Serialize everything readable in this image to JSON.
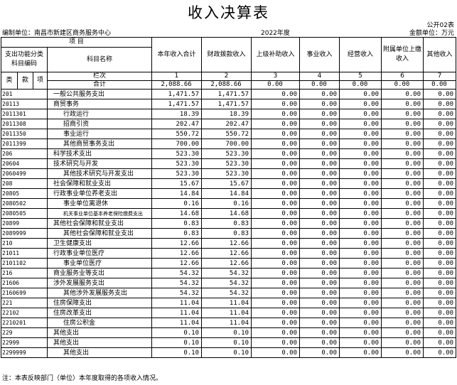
{
  "title": "收入决算表",
  "doc_code": "公开02表",
  "unit_label": "编制单位：南昌市新建区商务服务中心",
  "year": "2022年度",
  "currency": "金额单位：万元",
  "header": {
    "project": "项    目",
    "func_code": "支出功能分类科目编码",
    "subject_name": "科目名称",
    "lei": "类",
    "kuan": "款",
    "xiang": "项",
    "lanci": "栏次",
    "heji": "合计",
    "cols": [
      "本年收入合计",
      "财政拨款收入",
      "上级补助收入",
      "事业收入",
      "经营收入",
      "附属单位上缴收入",
      "其他收入"
    ],
    "col_nums": [
      "1",
      "2",
      "3",
      "4",
      "5",
      "6",
      "7"
    ]
  },
  "total_row": [
    "2,088.66",
    "2,088.66",
    "0.00",
    "0.00",
    "0.00",
    "0.00",
    "0.00"
  ],
  "rows": [
    {
      "code": "201",
      "name": "一般公共服务支出",
      "level": 0,
      "v": [
        "1,471.57",
        "1,471.57",
        "0.00",
        "0.00",
        "0.00",
        "0.00",
        "0.00"
      ]
    },
    {
      "code": "20113",
      "name": "商贸事务",
      "level": 0,
      "v": [
        "1,471.57",
        "1,471.57",
        "0.00",
        "0.00",
        "0.00",
        "0.00",
        "0.00"
      ]
    },
    {
      "code": "2011301",
      "name": "行政运行",
      "level": 1,
      "v": [
        "18.39",
        "18.39",
        "0.00",
        "0.00",
        "0.00",
        "0.00",
        "0.00"
      ]
    },
    {
      "code": "2011308",
      "name": "招商引资",
      "level": 1,
      "v": [
        "202.47",
        "202.47",
        "0.00",
        "0.00",
        "0.00",
        "0.00",
        "0.00"
      ]
    },
    {
      "code": "2011350",
      "name": "事业运行",
      "level": 1,
      "v": [
        "550.72",
        "550.72",
        "0.00",
        "0.00",
        "0.00",
        "0.00",
        "0.00"
      ]
    },
    {
      "code": "2011399",
      "name": "其他商贸事务支出",
      "level": 1,
      "v": [
        "700.00",
        "700.00",
        "0.00",
        "0.00",
        "0.00",
        "0.00",
        "0.00"
      ]
    },
    {
      "code": "206",
      "name": "科学技术支出",
      "level": 0,
      "v": [
        "523.30",
        "523.30",
        "0.00",
        "0.00",
        "0.00",
        "0.00",
        "0.00"
      ]
    },
    {
      "code": "20604",
      "name": "技术研究与开发",
      "level": 0,
      "v": [
        "523.30",
        "523.30",
        "0.00",
        "0.00",
        "0.00",
        "0.00",
        "0.00"
      ]
    },
    {
      "code": "2060499",
      "name": "其他技术研究与开发支出",
      "level": 1,
      "v": [
        "523.30",
        "523.30",
        "0.00",
        "0.00",
        "0.00",
        "0.00",
        "0.00"
      ]
    },
    {
      "code": "208",
      "name": "社会保障和就业支出",
      "level": 0,
      "v": [
        "15.67",
        "15.67",
        "0.00",
        "0.00",
        "0.00",
        "0.00",
        "0.00"
      ]
    },
    {
      "code": "20805",
      "name": "行政事业单位养老支出",
      "level": 0,
      "v": [
        "14.84",
        "14.84",
        "0.00",
        "0.00",
        "0.00",
        "0.00",
        "0.00"
      ]
    },
    {
      "code": "2080502",
      "name": "事业单位离退休",
      "level": 1,
      "v": [
        "0.16",
        "0.16",
        "0.00",
        "0.00",
        "0.00",
        "0.00",
        "0.00"
      ]
    },
    {
      "code": "2080505",
      "name": "机关事业单位基本养老保险缴费支出",
      "level": 1,
      "small": true,
      "v": [
        "14.68",
        "14.68",
        "0.00",
        "0.00",
        "0.00",
        "0.00",
        "0.00"
      ]
    },
    {
      "code": "20899",
      "name": "其他社会保障和就业支出",
      "level": 0,
      "v": [
        "0.83",
        "0.83",
        "0.00",
        "0.00",
        "0.00",
        "0.00",
        "0.00"
      ]
    },
    {
      "code": "2089999",
      "name": "其他社会保障和就业支出",
      "level": 1,
      "v": [
        "0.83",
        "0.83",
        "0.00",
        "0.00",
        "0.00",
        "0.00",
        "0.00"
      ]
    },
    {
      "code": "210",
      "name": "卫生健康支出",
      "level": 0,
      "v": [
        "12.66",
        "12.66",
        "0.00",
        "0.00",
        "0.00",
        "0.00",
        "0.00"
      ]
    },
    {
      "code": "21011",
      "name": "行政事业单位医疗",
      "level": 0,
      "v": [
        "12.66",
        "12.66",
        "0.00",
        "0.00",
        "0.00",
        "0.00",
        "0.00"
      ]
    },
    {
      "code": "2101102",
      "name": "事业单位医疗",
      "level": 1,
      "v": [
        "12.66",
        "12.66",
        "0.00",
        "0.00",
        "0.00",
        "0.00",
        "0.00"
      ]
    },
    {
      "code": "216",
      "name": "商业服务业等支出",
      "level": 0,
      "v": [
        "54.32",
        "54.32",
        "0.00",
        "0.00",
        "0.00",
        "0.00",
        "0.00"
      ]
    },
    {
      "code": "21606",
      "name": "涉外发展服务支出",
      "level": 0,
      "v": [
        "54.32",
        "54.32",
        "0.00",
        "0.00",
        "0.00",
        "0.00",
        "0.00"
      ]
    },
    {
      "code": "2160699",
      "name": "其他涉外发展服务支出",
      "level": 1,
      "v": [
        "54.32",
        "54.32",
        "0.00",
        "0.00",
        "0.00",
        "0.00",
        "0.00"
      ]
    },
    {
      "code": "221",
      "name": "住房保障支出",
      "level": 0,
      "v": [
        "11.04",
        "11.04",
        "0.00",
        "0.00",
        "0.00",
        "0.00",
        "0.00"
      ]
    },
    {
      "code": "22102",
      "name": "住房改革支出",
      "level": 0,
      "v": [
        "11.04",
        "11.04",
        "0.00",
        "0.00",
        "0.00",
        "0.00",
        "0.00"
      ]
    },
    {
      "code": "2210201",
      "name": "住房公积金",
      "level": 1,
      "v": [
        "11.04",
        "11.04",
        "0.00",
        "0.00",
        "0.00",
        "0.00",
        "0.00"
      ]
    },
    {
      "code": "229",
      "name": "其他支出",
      "level": 0,
      "v": [
        "0.10",
        "0.10",
        "0.00",
        "0.00",
        "0.00",
        "0.00",
        "0.00"
      ]
    },
    {
      "code": "22999",
      "name": "其他支出",
      "level": 0,
      "v": [
        "0.10",
        "0.10",
        "0.00",
        "0.00",
        "0.00",
        "0.00",
        "0.00"
      ]
    },
    {
      "code": "2299999",
      "name": "其他支出",
      "level": 1,
      "v": [
        "0.10",
        "0.10",
        "0.00",
        "0.00",
        "0.00",
        "0.00",
        "0.00"
      ]
    }
  ],
  "note": "注：本表反映部门（单位）本年度取得的各项收入情况。"
}
